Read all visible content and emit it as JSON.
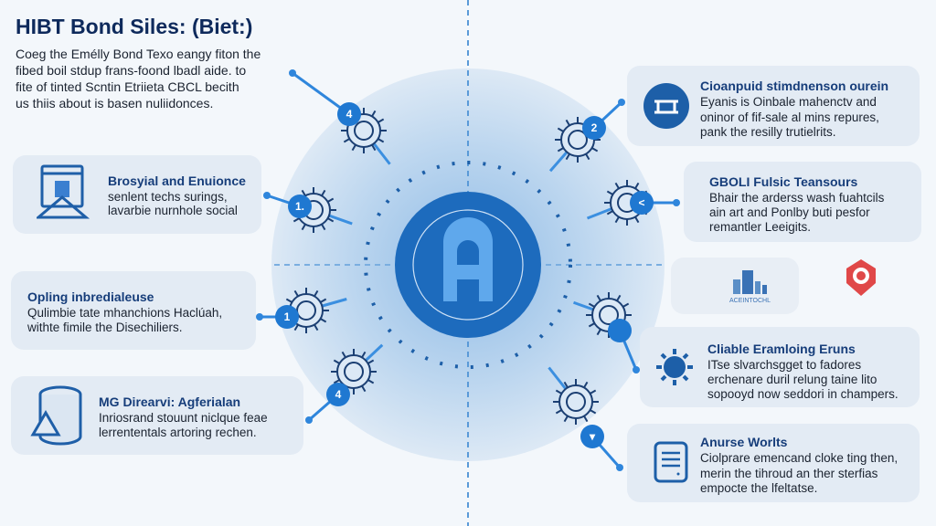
{
  "title": "HIBT Bond Siles: (Biet:)",
  "intro": [
    "Coeg the Emélly Bond Texo eangy fiton the",
    "fibed boil stdup frans-foond lbadl aide. to",
    "fite of tinted Scntin Etriieta CBCL becith",
    "us thiis about is basen nuliidonces."
  ],
  "left_cards": [
    {
      "heading": "Brosyial and Enuionce",
      "body": [
        "senlent techs surings,",
        "lavarbie nurnhole social"
      ],
      "icon": "document-shield-icon"
    },
    {
      "heading": "Opling inbredialeuse",
      "body": [
        "Qulimbie tate mhanchions Haclúah,",
        "withte fimile the Disechiliers."
      ],
      "icon": ""
    },
    {
      "heading": "MG Direarvi: Agferialan",
      "body": [
        "Inriosrand stouunt niclque feae",
        "lerrententals artoring rechen."
      ],
      "icon": "database-warning-icon"
    }
  ],
  "right_cards": [
    {
      "heading": "Cioanpuid stimdnenson ourein",
      "body": [
        "Eyanis is Oinbale mahenctv and",
        "oninor of fif-sale al mins repures,",
        "pank the resilly trutielrits."
      ],
      "icon": "bridge-icon"
    },
    {
      "heading": "GBOLI Fulsic Teansours",
      "body": [
        "Bhair the arderss wash fuahtcils",
        "ain art and Ponlby buti pesfor",
        "remantler Leeigits."
      ],
      "icon": ""
    },
    {
      "heading": "Cliable Eramloing Eruns",
      "body": [
        "ITse slvarchsgget to fadores",
        "erchenare duril relung taine lito",
        "sopooyd now seddori in champers."
      ],
      "icon": "gear-globe-icon"
    },
    {
      "heading": "Anurse Worlts",
      "body": [
        "Ciolprare emencand cloke ting then,",
        "merin the tihroud an ther sterfias",
        "empocte the lfeltatse."
      ],
      "icon": "document-icon"
    }
  ],
  "city_label": "ACEINTOCHL",
  "badges": [
    "4",
    "1.",
    "1",
    "4",
    "2",
    "<",
    "",
    "▾"
  ],
  "colors": {
    "accent": "#1f78d1",
    "dark": "#1a5fa8",
    "title": "#0e2a5c",
    "card": "#e3ebf4"
  }
}
